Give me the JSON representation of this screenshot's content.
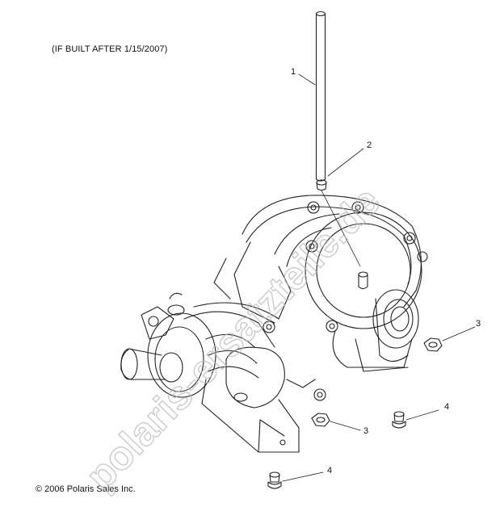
{
  "note": "(IF BUILT AFTER 1/15/2007)",
  "copyright": "© 2006 Polaris Sales Inc.",
  "callouts": [
    "1",
    "2",
    "3",
    "3",
    "4",
    "4"
  ],
  "watermark": "polaris-ersatzteile.de"
}
